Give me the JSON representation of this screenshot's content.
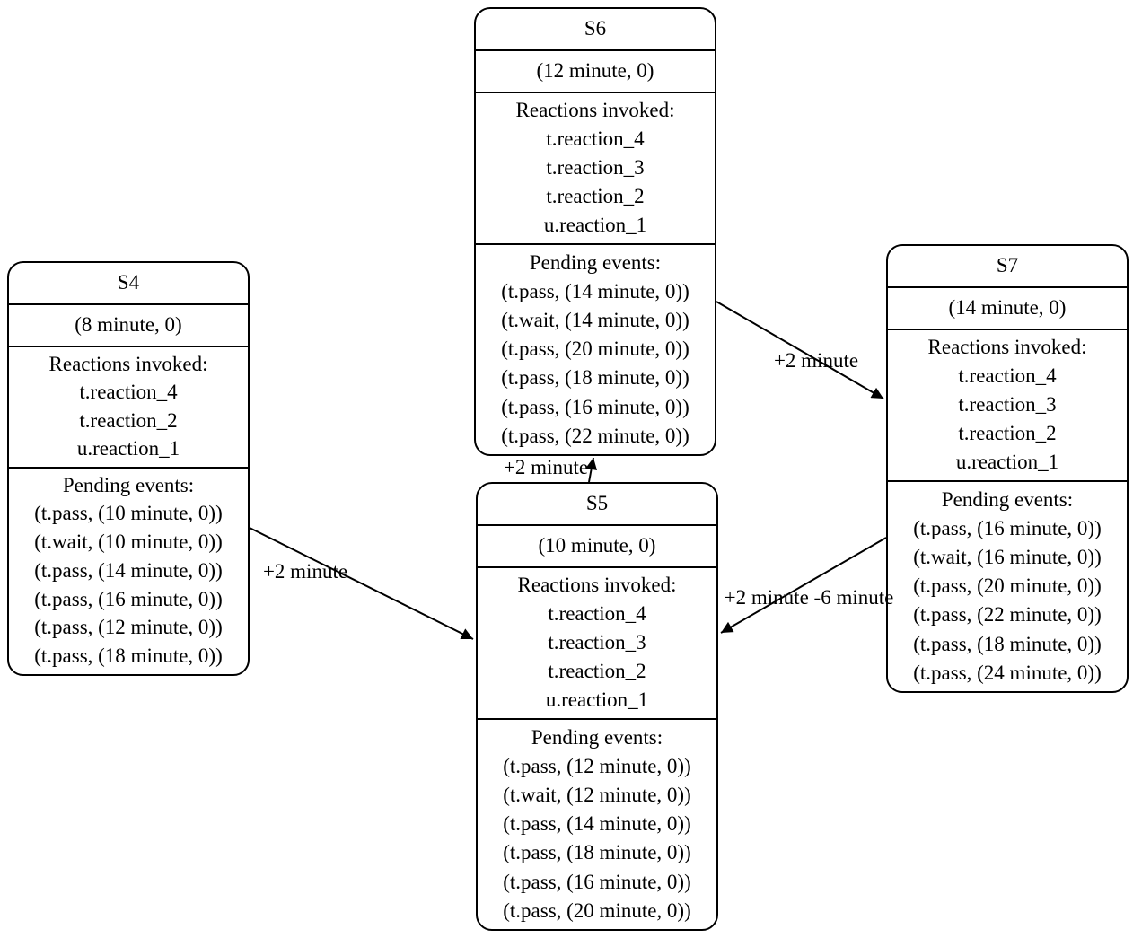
{
  "colors": {
    "background": "#ffffff",
    "stroke": "#000000"
  },
  "nodes": {
    "S4": {
      "title": "S4",
      "time": "(8 minute, 0)",
      "reactions_header": "Reactions invoked:",
      "reactions": [
        "t.reaction_4",
        "t.reaction_2",
        "u.reaction_1"
      ],
      "pending_header": "Pending events:",
      "pending": [
        "(t.pass, (10 minute, 0))",
        "(t.wait, (10 minute, 0))",
        "(t.pass, (14 minute, 0))",
        "(t.pass, (16 minute, 0))",
        "(t.pass, (12 minute, 0))",
        "(t.pass, (18 minute, 0))"
      ]
    },
    "S5": {
      "title": "S5",
      "time": "(10 minute, 0)",
      "reactions_header": "Reactions invoked:",
      "reactions": [
        "t.reaction_4",
        "t.reaction_3",
        "t.reaction_2",
        "u.reaction_1"
      ],
      "pending_header": "Pending events:",
      "pending": [
        "(t.pass, (12 minute, 0))",
        "(t.wait, (12 minute, 0))",
        "(t.pass, (14 minute, 0))",
        "(t.pass, (18 minute, 0))",
        "(t.pass, (16 minute, 0))",
        "(t.pass, (20 minute, 0))"
      ]
    },
    "S6": {
      "title": "S6",
      "time": "(12 minute, 0)",
      "reactions_header": "Reactions invoked:",
      "reactions": [
        "t.reaction_4",
        "t.reaction_3",
        "t.reaction_2",
        "u.reaction_1"
      ],
      "pending_header": "Pending events:",
      "pending": [
        "(t.pass, (14 minute, 0))",
        "(t.wait, (14 minute, 0))",
        "(t.pass, (20 minute, 0))",
        "(t.pass, (18 minute, 0))",
        "(t.pass, (16 minute, 0))",
        "(t.pass, (22 minute, 0))"
      ]
    },
    "S7": {
      "title": "S7",
      "time": "(14 minute, 0)",
      "reactions_header": "Reactions invoked:",
      "reactions": [
        "t.reaction_4",
        "t.reaction_3",
        "t.reaction_2",
        "u.reaction_1"
      ],
      "pending_header": "Pending events:",
      "pending": [
        "(t.pass, (16 minute, 0))",
        "(t.wait, (16 minute, 0))",
        "(t.pass, (20 minute, 0))",
        "(t.pass, (22 minute, 0))",
        "(t.pass, (18 minute, 0))",
        "(t.pass, (24 minute, 0))"
      ]
    }
  },
  "edges": [
    {
      "from": "S4",
      "to": "S5",
      "label": "+2 minute"
    },
    {
      "from": "S5",
      "to": "S6",
      "label": "+2 minute"
    },
    {
      "from": "S6",
      "to": "S7",
      "label": "+2 minute"
    },
    {
      "from": "S7",
      "to": "S5",
      "label": "+2 minute -6 minute"
    }
  ]
}
